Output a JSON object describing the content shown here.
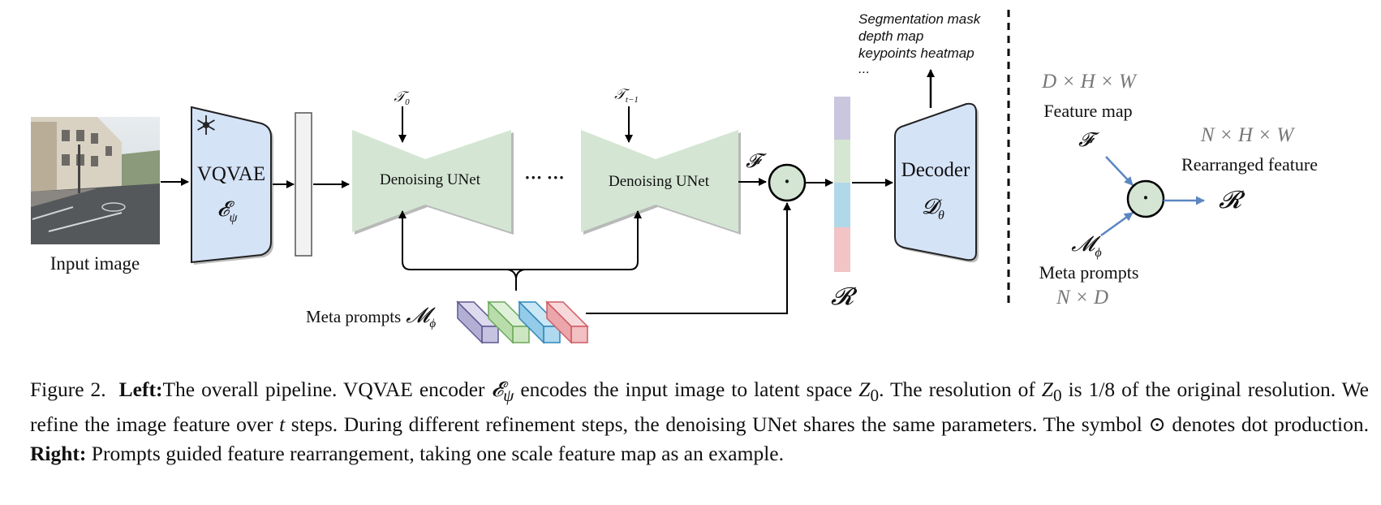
{
  "diagram": {
    "input_label": "Input image",
    "vqvae": {
      "title": "VQVAE",
      "symbol": "𝓔",
      "symbol_sub": "ψ"
    },
    "timestep_first": {
      "symbol": "𝒯",
      "sub": "0"
    },
    "timestep_last": {
      "symbol": "𝒯",
      "sub": "t−1"
    },
    "unet_label": "Denoising UNet",
    "ellipsis": "··· ···",
    "feature_symbol": "𝓕",
    "dot_symbol": "·",
    "r_symbol": "𝓡",
    "decoder": {
      "title": "Decoder",
      "symbol": "𝓓",
      "symbol_sub": "θ"
    },
    "outputs": [
      "Segmentation mask",
      "depth map",
      "keypoints heatmap",
      "..."
    ],
    "meta_prompts": {
      "label": "Meta prompts",
      "symbol": "𝓜",
      "symbol_sub": "ϕ"
    },
    "right_panel": {
      "feature_dims": "D × H × W",
      "feature_label": "Feature map",
      "feature_symbol": "𝓕",
      "rearranged_dims": "N × H × W",
      "rearranged_label": "Rearranged feature",
      "r_symbol": "𝓡",
      "meta_symbol": "𝓜",
      "meta_symbol_sub": "ϕ",
      "meta_label": "Meta prompts",
      "meta_dims": "N × D"
    },
    "colors": {
      "vq_fill": "#d5e3f7",
      "unet_fill": "#d4e6d3",
      "arrow_blue": "#5b86c2",
      "prompt_colors": [
        "#c6c3e1",
        "#cbe6c0",
        "#aed9ef",
        "#f2bfc2"
      ],
      "bar_colors": [
        "#c9c6de",
        "#d5e6d3",
        "#b1d8e8",
        "#f2c4c6"
      ]
    }
  },
  "caption": {
    "figure": "Figure 2.",
    "left_head": "Left:",
    "p1": "The overall pipeline. VQVAE encoder ",
    "enc": "𝓔",
    "enc_sub": "ψ",
    "p2": " encodes the input image to latent space ",
    "z": "Z",
    "z_sub": "0",
    "p3": ". The resolution of ",
    "p4": " is 1/8 of the original resolution. We refine the image feature over ",
    "t": "t",
    "p5": " steps. During different refinement steps, the denoising UNet shares the same parameters. The symbol ",
    "odot": "⊙",
    "p6": " denotes dot production. ",
    "right_head": "Right:",
    "p7": " Prompts guided feature rearrangement, taking one scale feature map as an example."
  }
}
